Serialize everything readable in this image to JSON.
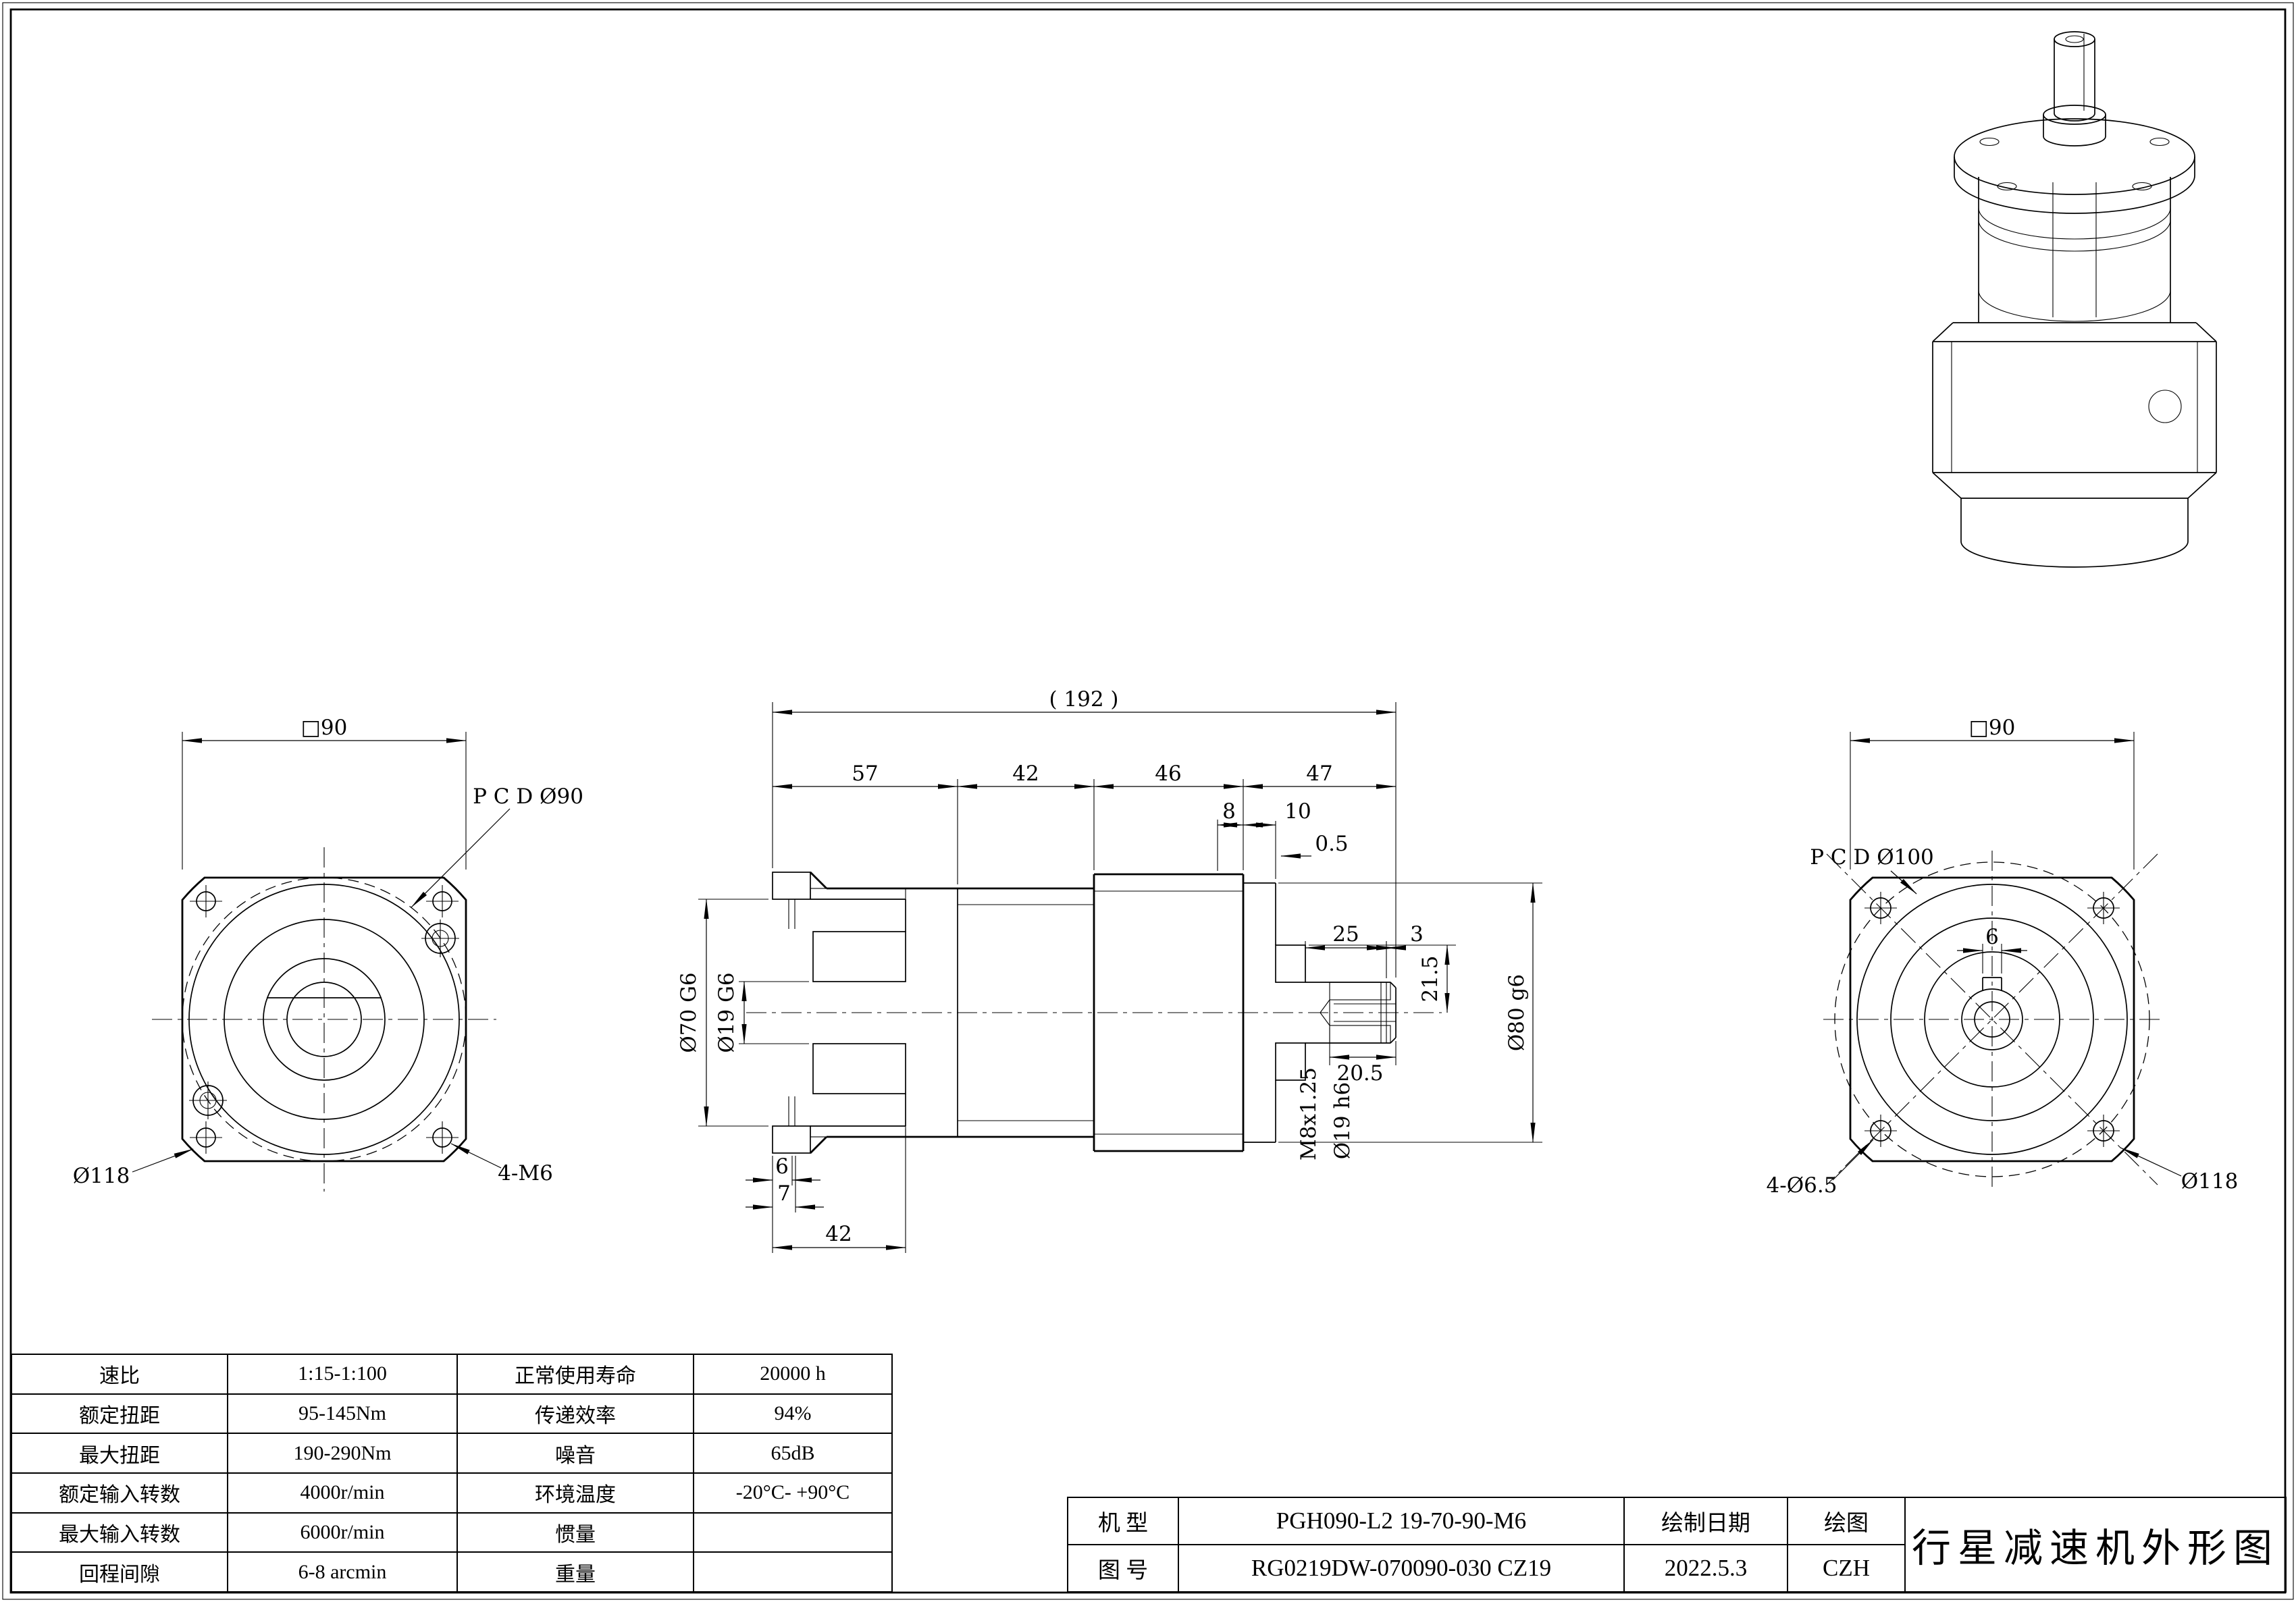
{
  "front_view": {
    "square_dim": "□90",
    "pcd_label": "P C D Ø90",
    "outer_dia_label": "Ø118",
    "holes_label": "4-M6"
  },
  "section_view": {
    "total_len": "( 192 )",
    "len_57": "57",
    "len_42": "42",
    "len_46": "46",
    "len_47": "47",
    "len_8": "8",
    "len_10": "10",
    "len_05": "0.5",
    "dia_70": "Ø70 G6",
    "dia_19_g6": "Ø19 G6",
    "len_25": "25",
    "len_3": "3",
    "len_215": "21.5",
    "dia_80": "Ø80 g6",
    "thread": "M8x1.25",
    "dia_19_h6": "Ø19 h6",
    "len_205": "20.5",
    "len_6": "6",
    "len_7": "7",
    "depth_42": "42"
  },
  "rear_view": {
    "square_dim": "□90",
    "pcd_label": "P C D Ø100",
    "key_width": "6",
    "holes_label": "4-Ø6.5",
    "outer_dia_label": "Ø118"
  },
  "spec_table": {
    "rows": [
      {
        "k1": "速比",
        "v1": "1:15-1:100",
        "k2": "正常使用寿命",
        "v2": "20000 h"
      },
      {
        "k1": "额定扭距",
        "v1": "95-145Nm",
        "k2": "传递效率",
        "v2": "94%"
      },
      {
        "k1": "最大扭距",
        "v1": "190-290Nm",
        "k2": "噪音",
        "v2": "65dB"
      },
      {
        "k1": "额定输入转数",
        "v1": "4000r/min",
        "k2": "环境温度",
        "v2": "-20°C- +90°C"
      },
      {
        "k1": "最大输入转数",
        "v1": "6000r/min",
        "k2": "惯量",
        "v2": ""
      },
      {
        "k1": "回程间隙",
        "v1": "6-8 arcmin",
        "k2": "重量",
        "v2": ""
      }
    ]
  },
  "title_block": {
    "model_label": "机 型",
    "model_value": "PGH090-L2 19-70-90-M6",
    "drawing_no_label": "图 号",
    "drawing_no_value": "RG0219DW-070090-030 CZ19",
    "date_label": "绘制日期",
    "date_value": "2022.5.3",
    "drafter_label": "绘图",
    "drafter_value": "CZH",
    "drawing_title": "行星减速机外形图"
  }
}
